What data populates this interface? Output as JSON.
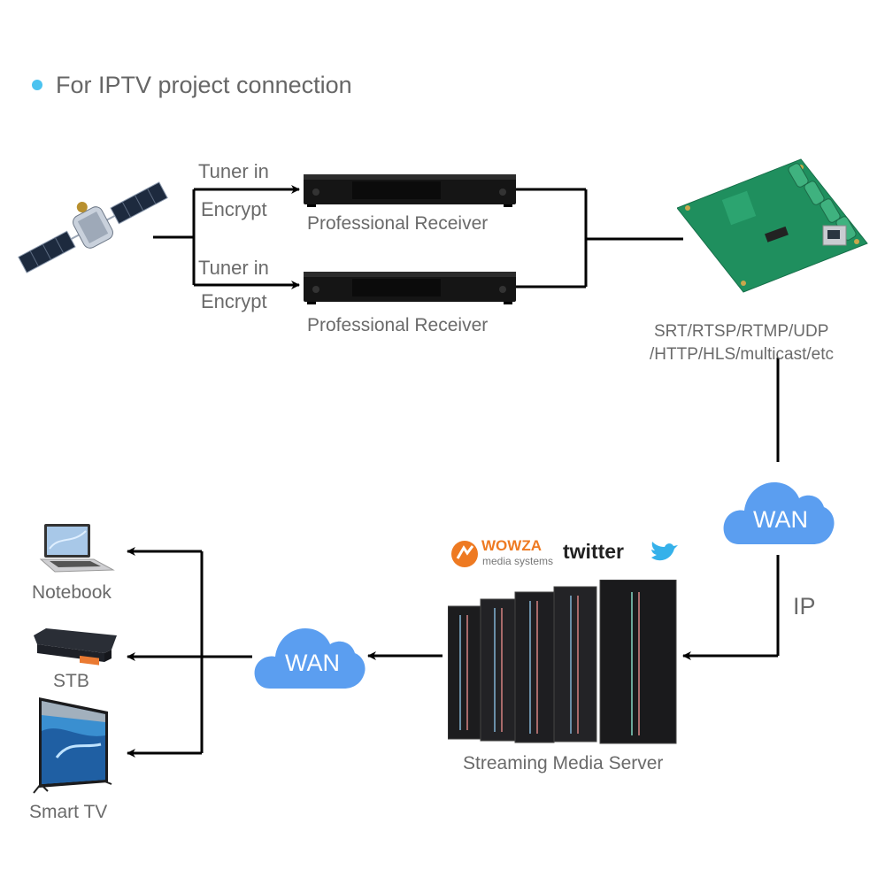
{
  "title": {
    "bullet_color": "#4cc3f0",
    "text": "For IPTV project connection"
  },
  "source": {
    "icon": "satellite-icon"
  },
  "tuners": [
    {
      "line1": "Tuner in",
      "line2": "Encrypt"
    },
    {
      "line1": "Tuner in",
      "line2": "Encrypt"
    }
  ],
  "receivers": [
    {
      "label": "Professional Receiver",
      "icon": "receiver-icon"
    },
    {
      "label": "Professional Receiver",
      "icon": "receiver-icon"
    }
  ],
  "encoder": {
    "icon": "encoder-board-icon",
    "protocols_line1": "SRT/RTSP/RTMP/UDP",
    "protocols_line2": "/HTTP/HLS/multicast/etc"
  },
  "wan_top": {
    "label": "WAN",
    "color": "#5b9ef0"
  },
  "ip_label": "IP",
  "server": {
    "label": "Streaming Media Server",
    "logos": {
      "wowza_main": "WOWZA",
      "wowza_sub": "media systems",
      "twitter": "twitter"
    }
  },
  "wan_bottom": {
    "label": "WAN",
    "color": "#5b9ef0"
  },
  "clients": [
    {
      "label": "Notebook",
      "icon": "laptop-icon"
    },
    {
      "label": "STB",
      "icon": "set-top-box-icon"
    },
    {
      "label": "Smart TV",
      "icon": "smart-tv-icon"
    }
  ]
}
